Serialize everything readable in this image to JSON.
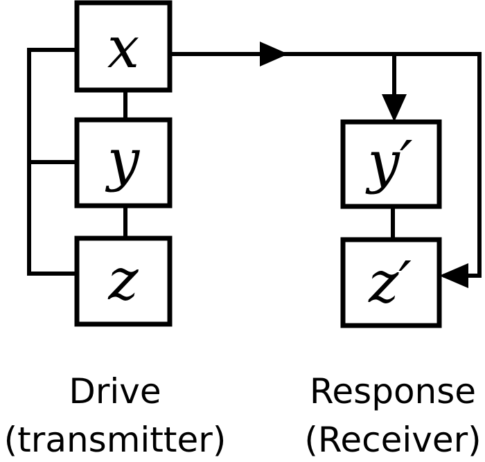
{
  "drive": {
    "nodes": [
      "x",
      "y",
      "z"
    ],
    "caption_line1": "Drive",
    "caption_line2": "(transmitter)"
  },
  "response": {
    "nodes": [
      "y′",
      "z′"
    ],
    "caption_line1": "Response",
    "caption_line2": "(Receiver)"
  }
}
